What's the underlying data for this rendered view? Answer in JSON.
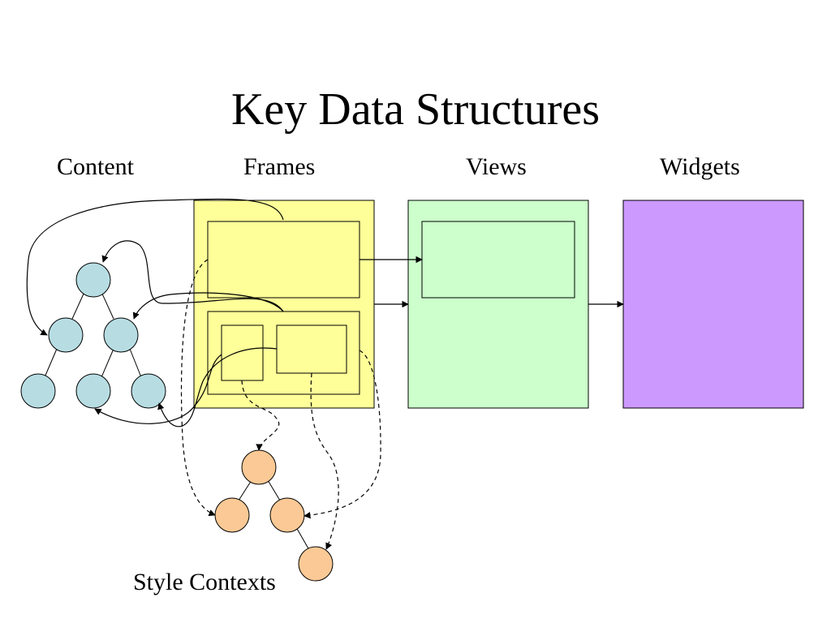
{
  "title": "Key Data Structures",
  "columns": {
    "content": "Content",
    "frames": "Frames",
    "views": "Views",
    "widgets": "Widgets"
  },
  "style_contexts_label": "Style Contexts",
  "colors": {
    "frames_fill": "#ffff99",
    "views_fill": "#ccffcc",
    "widgets_fill": "#cc99ff",
    "content_node_fill": "#b7dde3",
    "style_node_fill": "#fbc995",
    "stroke": "#000000"
  }
}
